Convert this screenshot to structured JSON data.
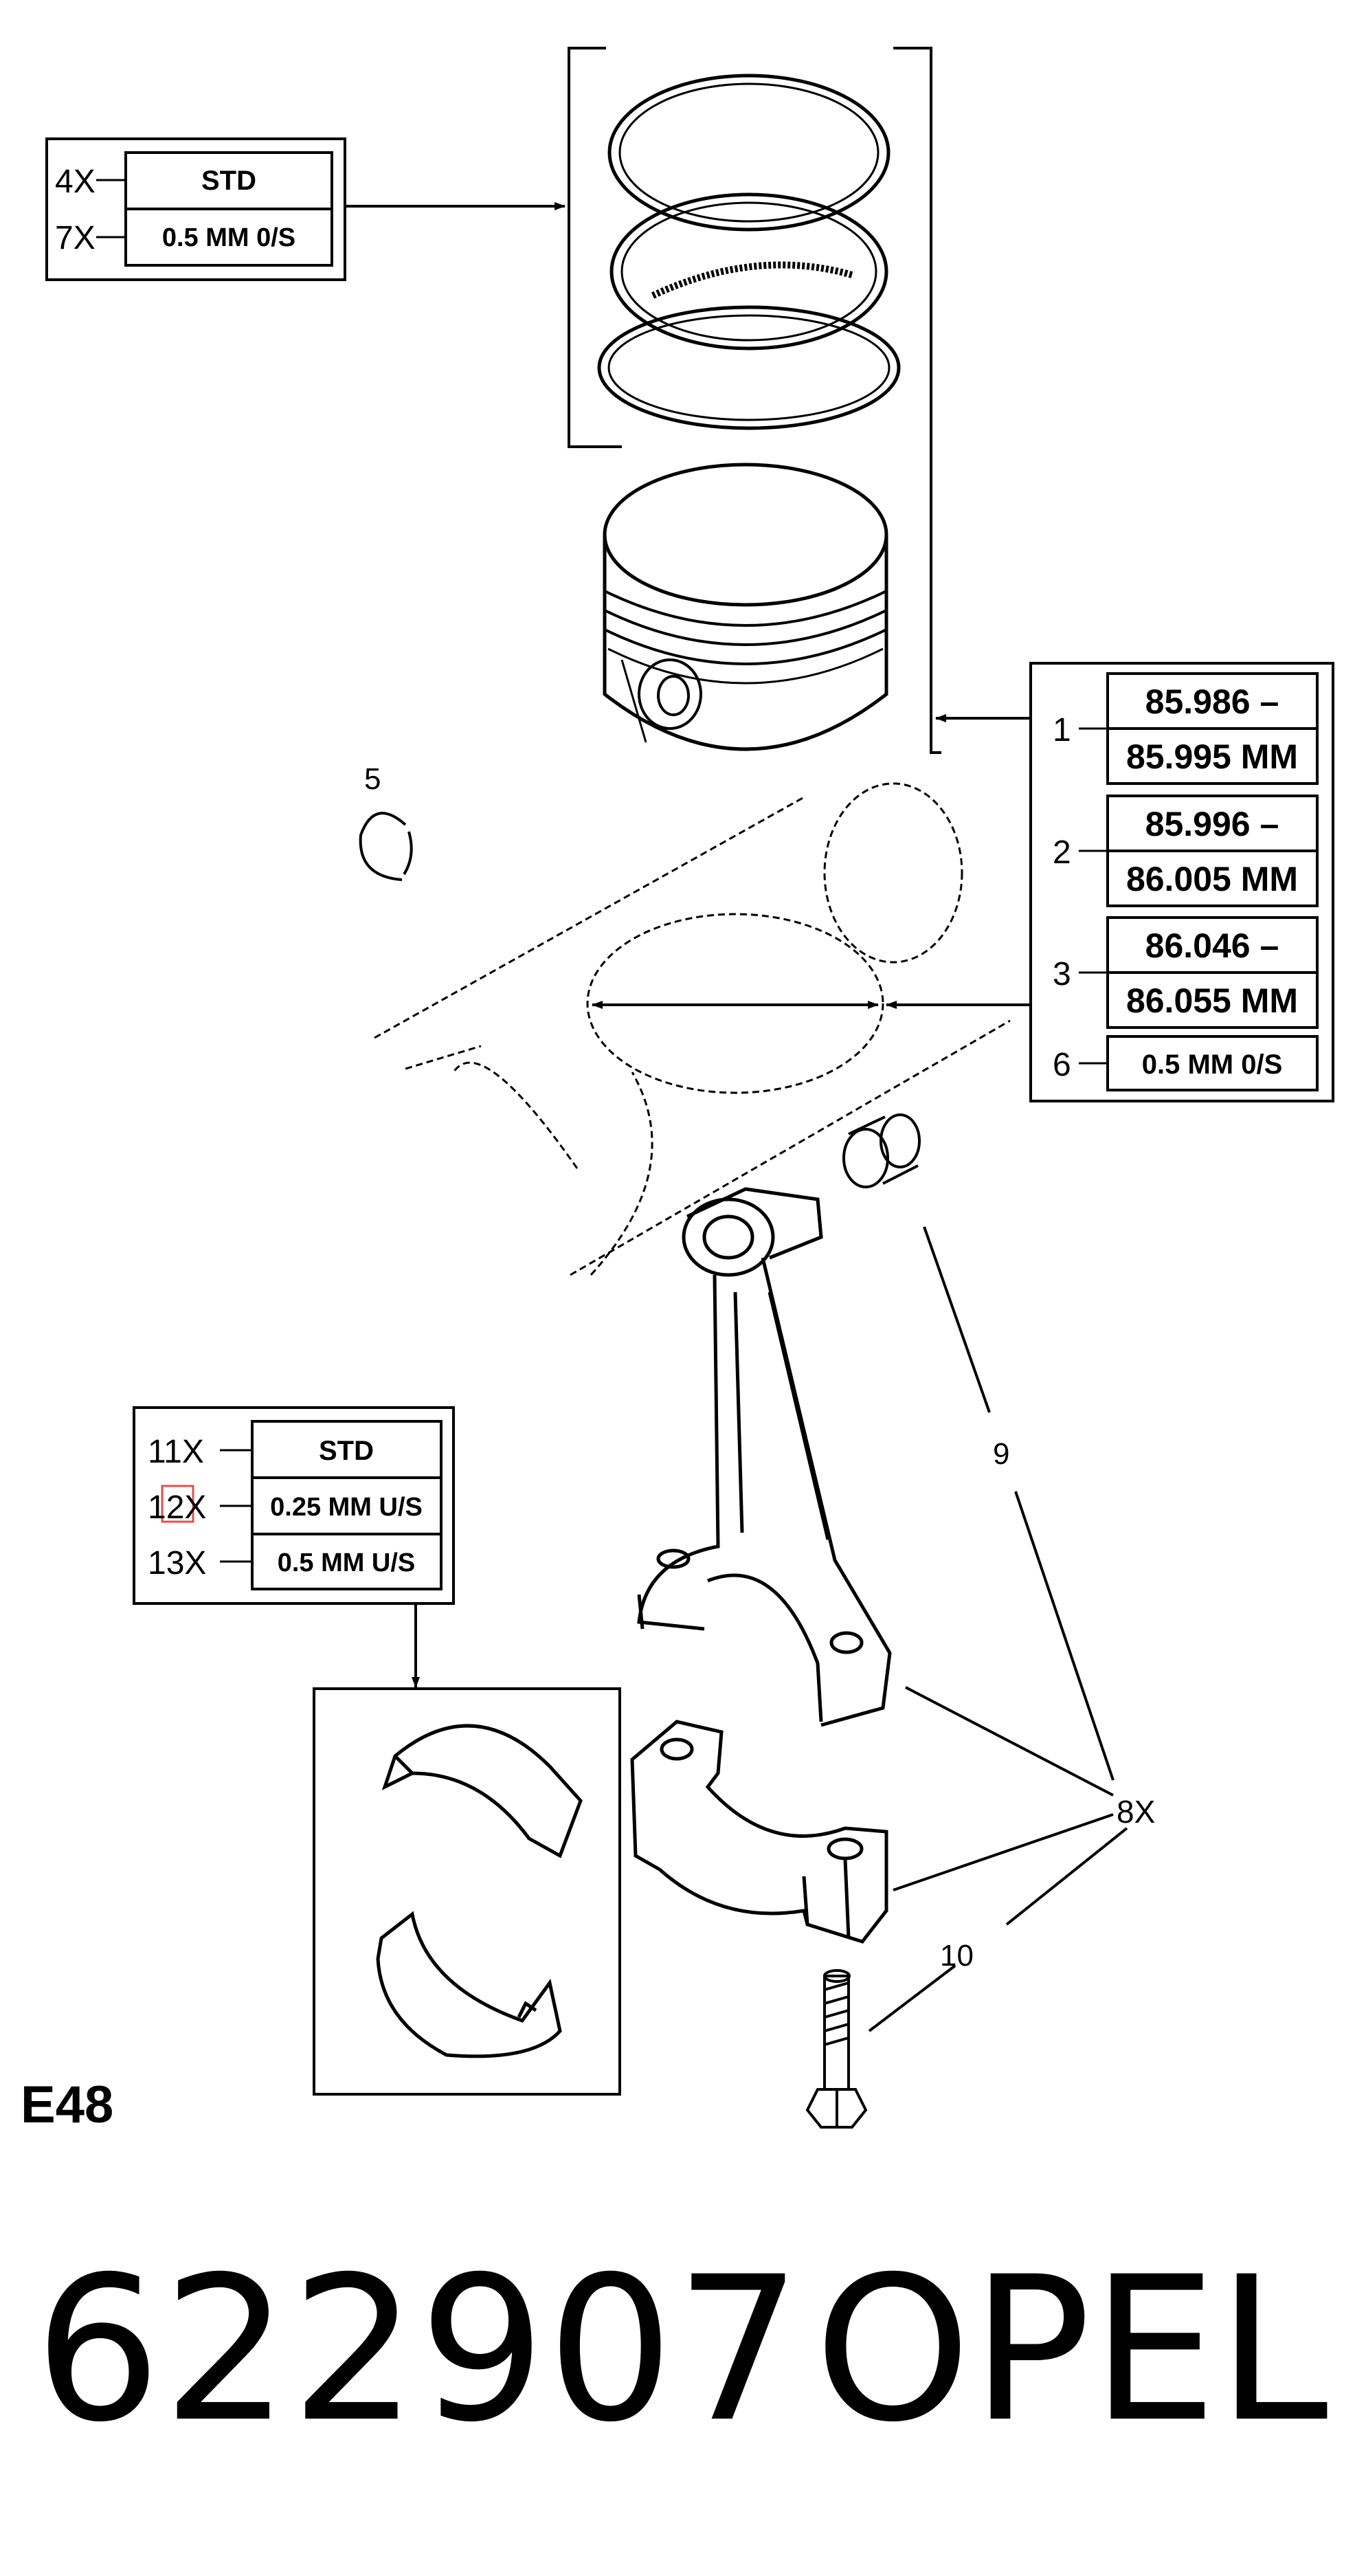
{
  "ring_callout": {
    "rows": [
      {
        "qty": "4X",
        "label": "STD"
      },
      {
        "qty": "7X",
        "label": "0.5 MM 0/S"
      }
    ]
  },
  "piston_callout": {
    "rows": [
      {
        "index": "1",
        "line1": "85.986 –",
        "line2": "85.995 MM"
      },
      {
        "index": "2",
        "line1": "85.996 –",
        "line2": "86.005 MM"
      },
      {
        "index": "3",
        "line1": "86.046 –",
        "line2": "86.055 MM"
      }
    ],
    "oversize": {
      "index": "6",
      "label": "0.5 MM 0/S"
    }
  },
  "bearing_callout": {
    "rows": [
      {
        "qty": "11X",
        "label": "STD"
      },
      {
        "qty": "12X",
        "label": "0.25 MM U/S"
      },
      {
        "qty": "13X",
        "label": "0.5 MM U/S"
      }
    ]
  },
  "part_labels": {
    "circlip": "5",
    "small_end_bush": "9",
    "nut_qty": "8X",
    "bolt": "10"
  },
  "page_code": "E48",
  "part_number": "622907",
  "brand": "OPEL",
  "colors": {
    "line": "#000000",
    "highlight": "#e05050",
    "background": "#ffffff"
  }
}
